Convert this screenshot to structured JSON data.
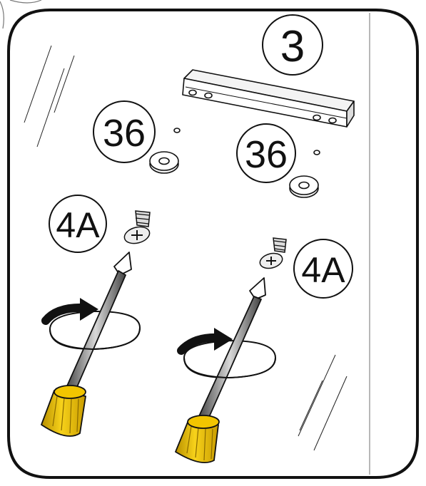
{
  "callouts": {
    "rail": "3",
    "washer_left": "36",
    "washer_right": "36",
    "screw_left": "4A",
    "screw_right": "4A"
  },
  "colors": {
    "line": "#111111",
    "background": "#ffffff",
    "handle_yellow": "#f2c500",
    "handle_dark": "#1a1a1a",
    "panel_line": "#b8b8b8",
    "part_fill": "#f3f3f3"
  },
  "icons": [
    "rotate-clockwise-arrow-icon",
    "screwdriver-icon",
    "phillips-screw-icon",
    "washer-icon"
  ]
}
